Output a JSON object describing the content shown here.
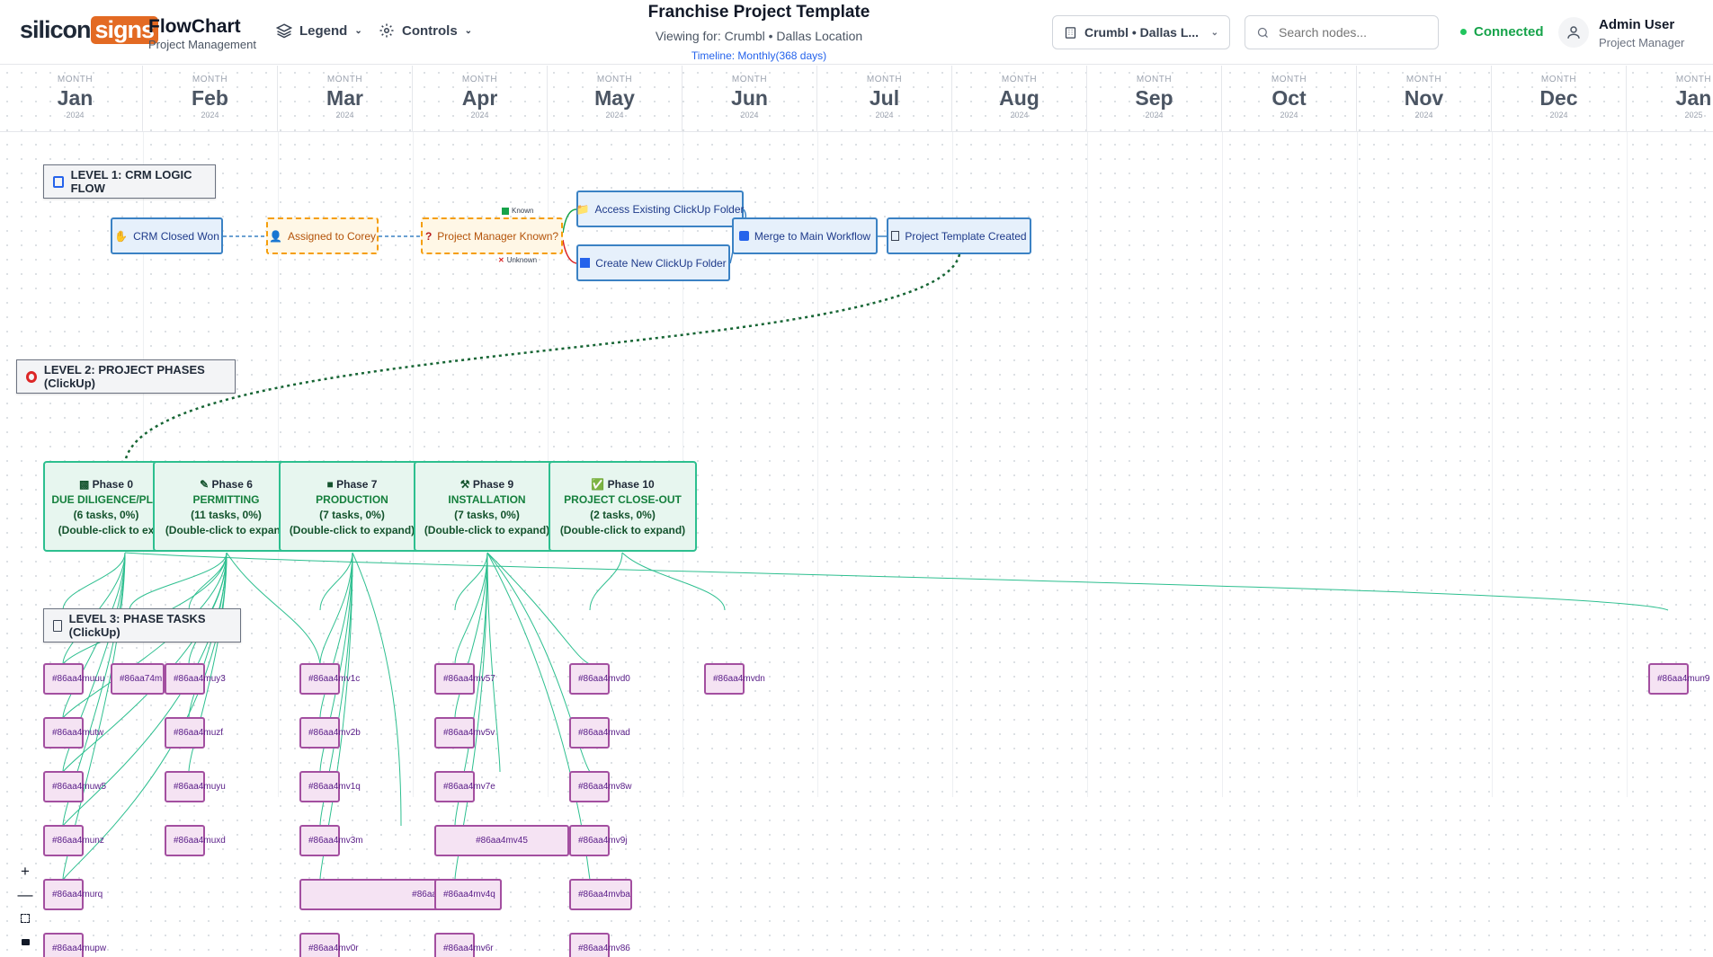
{
  "header": {
    "brand_left": "silicon",
    "brand_right": "signs",
    "app_title": "FlowChart",
    "app_subtitle": "Project Management",
    "menus": [
      {
        "label": "Legend",
        "icon": "layers-icon"
      },
      {
        "label": "Controls",
        "icon": "gear-icon"
      }
    ],
    "page_title": "Franchise Project Template",
    "viewing_for": "Viewing for: Crumbl • Dallas Location",
    "timeline": "Timeline: Monthly(368 days)",
    "location_select": "Crumbl • Dallas L...",
    "search_placeholder": "Search nodes...",
    "status": "Connected",
    "user_name": "Admin User",
    "user_role": "Project Manager"
  },
  "timeline": {
    "label": "MONTH",
    "months": [
      {
        "name": "Jan",
        "year": "2024"
      },
      {
        "name": "Feb",
        "year": "2024"
      },
      {
        "name": "Mar",
        "year": "2024"
      },
      {
        "name": "Apr",
        "year": "2024"
      },
      {
        "name": "May",
        "year": "2024"
      },
      {
        "name": "Jun",
        "year": "2024"
      },
      {
        "name": "Jul",
        "year": "2024"
      },
      {
        "name": "Aug",
        "year": "2024"
      },
      {
        "name": "Sep",
        "year": "2024"
      },
      {
        "name": "Oct",
        "year": "2024"
      },
      {
        "name": "Nov",
        "year": "2024"
      },
      {
        "name": "Dec",
        "year": "2024"
      },
      {
        "name": "Jan",
        "year": "2025"
      }
    ]
  },
  "levels": {
    "level1": "LEVEL 1: CRM LOGIC FLOW",
    "level2": "LEVEL 2: PROJECT PHASES (ClickUp)",
    "level3": "LEVEL 3: PHASE TASKS (ClickUp)"
  },
  "crm_nodes": {
    "crm_closed_won": "CRM Closed Won",
    "assigned_to_corey": "Assigned to Corey",
    "pm_known": "Project Manager Known?",
    "access_existing": "Access Existing ClickUp Folder",
    "create_new": "Create New ClickUp Folder",
    "merge_main": "Merge to Main Workflow",
    "template_created": "Project Template Created",
    "edge_known": "Known",
    "edge_unknown": "Unknown"
  },
  "phases": [
    {
      "title": "Phase 0",
      "name": "DUE DILIGENCE/PLA",
      "stats": "(6 tasks, 0%)",
      "hint": "(Double-click to ex"
    },
    {
      "title": "Phase 6",
      "name": "PERMITTING",
      "stats": "(11 tasks, 0%)",
      "hint": "(Double-click to expand"
    },
    {
      "title": "Phase 7",
      "name": "PRODUCTION",
      "stats": "(7 tasks, 0%)",
      "hint": "(Double-click to expand)"
    },
    {
      "title": "Phase 9",
      "name": "INSTALLATION",
      "stats": "(7 tasks, 0%)",
      "hint": "(Double-click to expand)"
    },
    {
      "title": "Phase 10",
      "name": "PROJECT CLOSE-OUT",
      "stats": "(2 tasks, 0%)",
      "hint": "(Double-click to expand)"
    }
  ],
  "tasks": [
    "#86aa4muuu",
    "#86aa74m",
    "#86aa4muy3",
    "#86aa4mv1c",
    "#86aa4mv57",
    "#86aa4mvd0",
    "#86aa4mvdn",
    "#86aa4mun9",
    "#86aa4mutw",
    "#86aa4muzf",
    "#86aa4mv2b",
    "#86aa4mv5v",
    "#86aa4mvad",
    "#86aa4muw5",
    "#86aa4muyu",
    "#86aa4mv1q",
    "#86aa4mv7e",
    "#86aa4mv8w",
    "#86aa4munz",
    "#86aa4muxd",
    "#86aa4mv3m",
    "#86aa4mv45",
    "#86aa4mv9j",
    "#86aa4murq",
    "#86aa4mv04",
    "#86aa4mv4q",
    "#86aa4mvba",
    "#86aa4mupw",
    "#86aa4mv0r",
    "#86aa4mv6r",
    "#86aa4mv86"
  ],
  "colors": {
    "brand_orange": "#e36a23",
    "crm_blue": "#3b82c4",
    "decision_orange": "#f59e0b",
    "phase_green": "#2dbf8f",
    "task_purple": "#a34fa0",
    "connected_green": "#16a34a",
    "timeline_blue": "#2563eb"
  }
}
